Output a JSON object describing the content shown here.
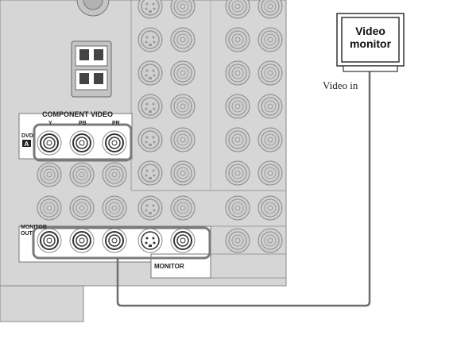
{
  "labels": {
    "component_video": "COMPONENT VIDEO",
    "y": "Y",
    "pb": "PB",
    "pr": "PR",
    "dvd": "DVD",
    "dvd_badge": "A",
    "monitor_out_line1": "MONITOR",
    "monitor_out_line2": "OUT",
    "monitor": "MONITOR",
    "video_in": "Video in"
  },
  "monitor_device": {
    "line1": "Video",
    "line2": "monitor"
  },
  "colors": {
    "panel": "#d6d6d6",
    "jack_outer": "#bdbdbd",
    "jack_ring": "#8c8c8c",
    "highlight": "#7a7a7a",
    "cable": "#6e6e6e"
  }
}
